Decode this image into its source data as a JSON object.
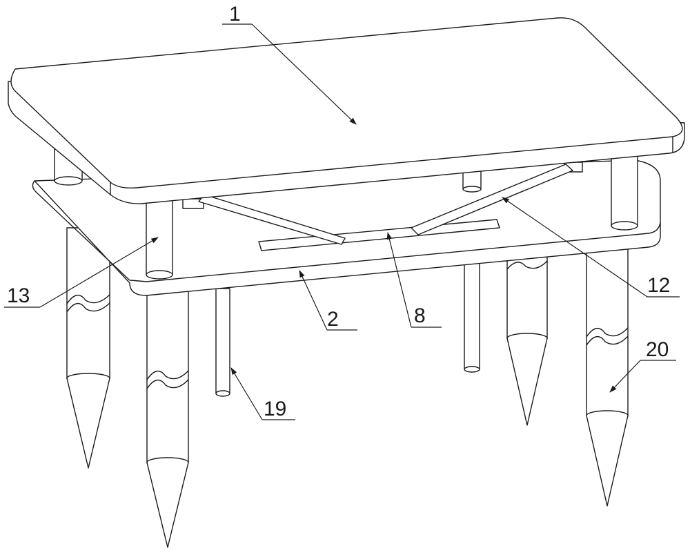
{
  "figure": {
    "colors": {
      "line": "#1a1a1a",
      "paper": "#ffffff"
    },
    "callouts": [
      {
        "id": "label-1",
        "text": "1"
      },
      {
        "id": "label-2",
        "text": "2"
      },
      {
        "id": "label-8",
        "text": "8"
      },
      {
        "id": "label-12",
        "text": "12"
      },
      {
        "id": "label-13",
        "text": "13"
      },
      {
        "id": "label-19",
        "text": "19"
      },
      {
        "id": "label-20",
        "text": "20"
      }
    ]
  }
}
